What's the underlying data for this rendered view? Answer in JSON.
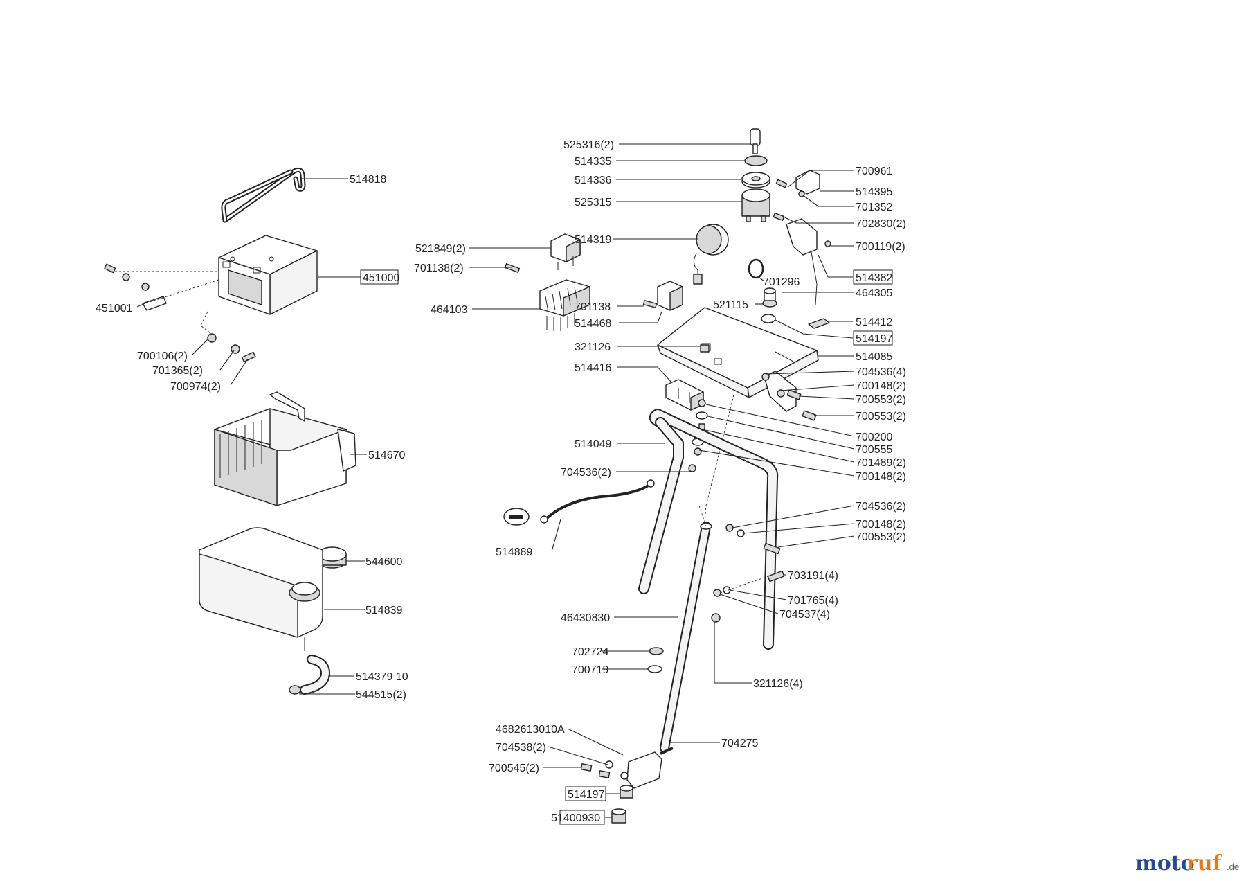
{
  "labels": {
    "l514818": "514818",
    "l451000": "451000",
    "l451001": "451001",
    "l700106": "700106(2)",
    "l701365": "701365(2)",
    "l700974": "700974(2)",
    "l514670": "514670",
    "l544600": "544600",
    "l514839": "514839",
    "l514379": "514379 10",
    "l544515": "544515(2)",
    "l525316": "525316(2)",
    "l514335": "514335",
    "l514336": "514336",
    "l525315": "525315",
    "l700961": "700961",
    "l514395": "514395",
    "l701352": "701352",
    "l702830": "702830(2)",
    "l700119": "700119(2)",
    "l514382": "514382",
    "l464305": "464305",
    "l521849": "521849(2)",
    "l514319": "514319",
    "l701138a": "701138(2)",
    "l701296": "701296",
    "l464103": "464103",
    "l701138b": "701138",
    "l514468": "514468",
    "l521115": "521115",
    "l514412": "514412",
    "l514197a": "514197",
    "l321126a": "321126",
    "l514085": "514085",
    "l514416": "514416",
    "l704536a": "704536(4)",
    "l700148a": "700148(2)",
    "l700553a": "700553(2)",
    "l700553b": "700553(2)",
    "l700200": "700200",
    "l514049": "514049",
    "l700555": "700555",
    "l701489": "701489(2)",
    "l700148b": "700148(2)",
    "l704536b": "704536(2)",
    "l704536c": "704536(2)",
    "l700148c": "700148(2)",
    "l700553c": "700553(2)",
    "l514889": "514889",
    "l703191": "703191(4)",
    "l701765": "701765(4)",
    "l704537": "704537(4)",
    "l46430830": "46430830",
    "l702724": "702724",
    "l700719": "700719",
    "l321126b": "321126(4)",
    "l4682613010": "4682613010A",
    "l704538": "704538(2)",
    "l704275": "704275",
    "l700545": "700545(2)",
    "l514197b": "514197",
    "l51400930": "51400930"
  },
  "watermark": {
    "brand_a": "moto",
    "brand_b": "ruf",
    "suffix": ".de",
    "color_a": "#2b4a8c",
    "color_b": "#e07a1f"
  }
}
